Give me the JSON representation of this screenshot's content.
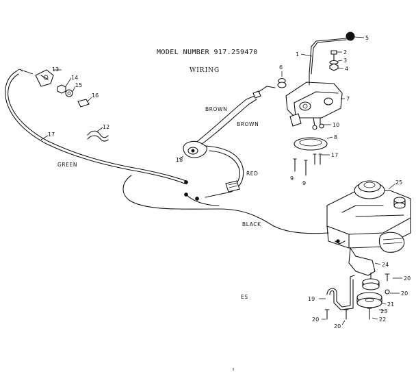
{
  "header": {
    "model_number": "MODEL NUMBER 917.259470",
    "section": "WIRING"
  },
  "wire_labels": {
    "brown_1": "BROWN",
    "brown_2": "BROWN",
    "green": "GREEN",
    "red": "RED",
    "black": "BLACK"
  },
  "variant_label": "ES",
  "part_numbers": {
    "p1": "1",
    "p2": "2",
    "p3": "3",
    "p4": "4",
    "p5": "5",
    "p6": "6",
    "p7": "7",
    "p8": "8",
    "p9a": "9",
    "p9b": "9",
    "p10": "10",
    "p12": "12",
    "p13": "13",
    "p14": "14",
    "p15": "15",
    "p16": "16",
    "p17a": "17",
    "p17b": "17",
    "p18": "18",
    "p19": "19",
    "p20a": "20",
    "p20b": "20",
    "p20c": "20",
    "p20d": "20",
    "p21": "21",
    "p22": "22",
    "p23": "23",
    "p24": "24",
    "p25": "25"
  }
}
